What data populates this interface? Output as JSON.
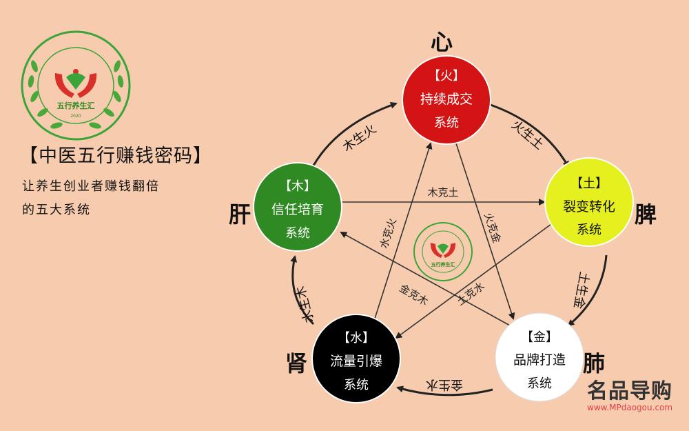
{
  "logo": {
    "name": "五行养生汇",
    "year": "2020"
  },
  "heading": {
    "title": "【中医五行赚钱密码】",
    "subtitle_line1": "让养生创业者赚钱翻倍",
    "subtitle_line2": "的五大系统"
  },
  "nodes": [
    {
      "element": "【火】",
      "line1": "持续成交",
      "line2": "系统",
      "organ": "心",
      "color": "#d41414"
    },
    {
      "element": "【土】",
      "line1": "裂变转化",
      "line2": "系统",
      "organ": "脾",
      "color": "#e6f01e"
    },
    {
      "element": "【金】",
      "line1": "品牌打造",
      "line2": "系统",
      "organ": "肺",
      "color": "#ffffff"
    },
    {
      "element": "【水】",
      "line1": "流量引爆",
      "line2": "系统",
      "organ": "肾",
      "color": "#000000"
    },
    {
      "element": "【木】",
      "line1": "信任培育",
      "line2": "系统",
      "organ": "肝",
      "color": "#2f8a23"
    }
  ],
  "generating": [
    "木生火",
    "火生土",
    "土生金",
    "金生水",
    "水生木"
  ],
  "controlling": [
    "木克土",
    "火克金",
    "土克水",
    "水克火",
    "金克木"
  ],
  "watermark": {
    "brand": "名品导购",
    "url": "www.MPdaogou.com"
  }
}
